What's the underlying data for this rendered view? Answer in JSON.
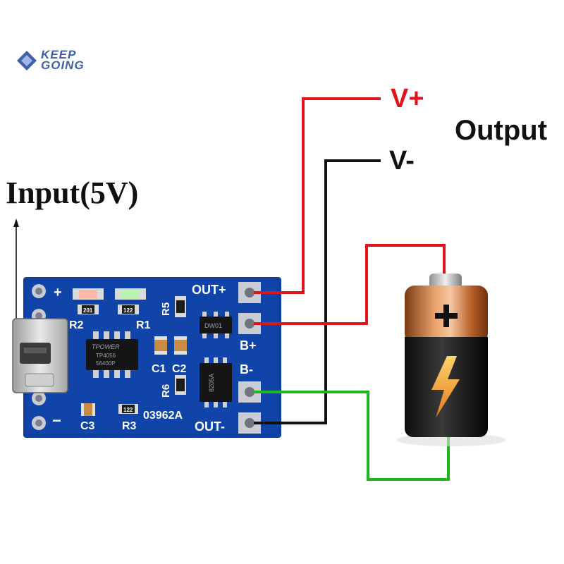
{
  "logo": {
    "line1": "KEEP",
    "line2": "GOING"
  },
  "labels": {
    "input": "Input(5V)",
    "output": "Output",
    "v_plus": "V+",
    "v_minus": "V-"
  },
  "board": {
    "pin_out_plus": "OUT+",
    "pin_b_plus": "B+",
    "pin_b_minus": "B-",
    "pin_out_minus": "OUT-",
    "plus_sign": "+",
    "minus_sign": "−",
    "model": "03962A",
    "refs": {
      "r1": "R1",
      "r2": "R2",
      "r3": "R3",
      "r5": "R5",
      "r6": "R6",
      "c1": "C1",
      "c2": "C2",
      "c3": "C3"
    },
    "ic_main": {
      "line1": "TPOWER",
      "line2": "TP4056",
      "line3": "56400P"
    },
    "ic_protect": "8205A",
    "dw01": "DW01",
    "res_code_1": "201",
    "res_code_2": "122",
    "res_code_3": "122"
  },
  "colors": {
    "wire_red": "#e0141b",
    "wire_black": "#111111",
    "wire_green": "#1fb51f",
    "pcb": "#0f3f9f",
    "vplus_text": "#e0141b"
  }
}
